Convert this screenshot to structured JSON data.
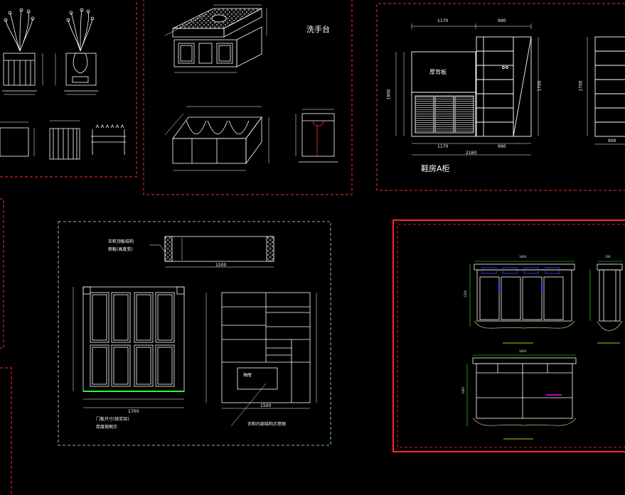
{
  "titles": {
    "sink": "洗手台",
    "shoe_cabinet": "鞋房A柜",
    "cabinet_front_note": "厚背板"
  },
  "dims": {
    "shoe_top_left": "1170",
    "shoe_top_right": "990",
    "shoe_bottom_left": "1170",
    "shoe_bottom_right": "990",
    "shoe_total": "2160",
    "shoe_height": "1900",
    "shoe_right_h": "1700",
    "side_height": "1700",
    "side_width": "900",
    "wardrobe_note1": "衣柜顶板结构",
    "wardrobe_note2": "侧板(高度变)",
    "wardrobe_width": "1500",
    "wardrobe_total": "1700",
    "wardrobe_inner": "1500",
    "wardrobe_caption1": "门板尺寸(按实际)",
    "wardrobe_caption2": "厚度按图示",
    "wardrobe_inner_caption": "衣柜内部结构示意图",
    "drawer_label": "抽屉",
    "right_top_w": "1800",
    "right_side_w": "390",
    "right_h": "1200",
    "right_bottom_w": "1800",
    "right_bottom_h": "1060"
  },
  "colors": {
    "line": "#ffffff",
    "frame_red": "#ff2a2a",
    "frame_green": "#a8ffc8",
    "dim_green": "#2bff2b",
    "accent_blue": "#3a4bff",
    "accent_yellow": "#ffff00",
    "accent_magenta": "#ff00ff",
    "ornament": "#c8a070"
  }
}
